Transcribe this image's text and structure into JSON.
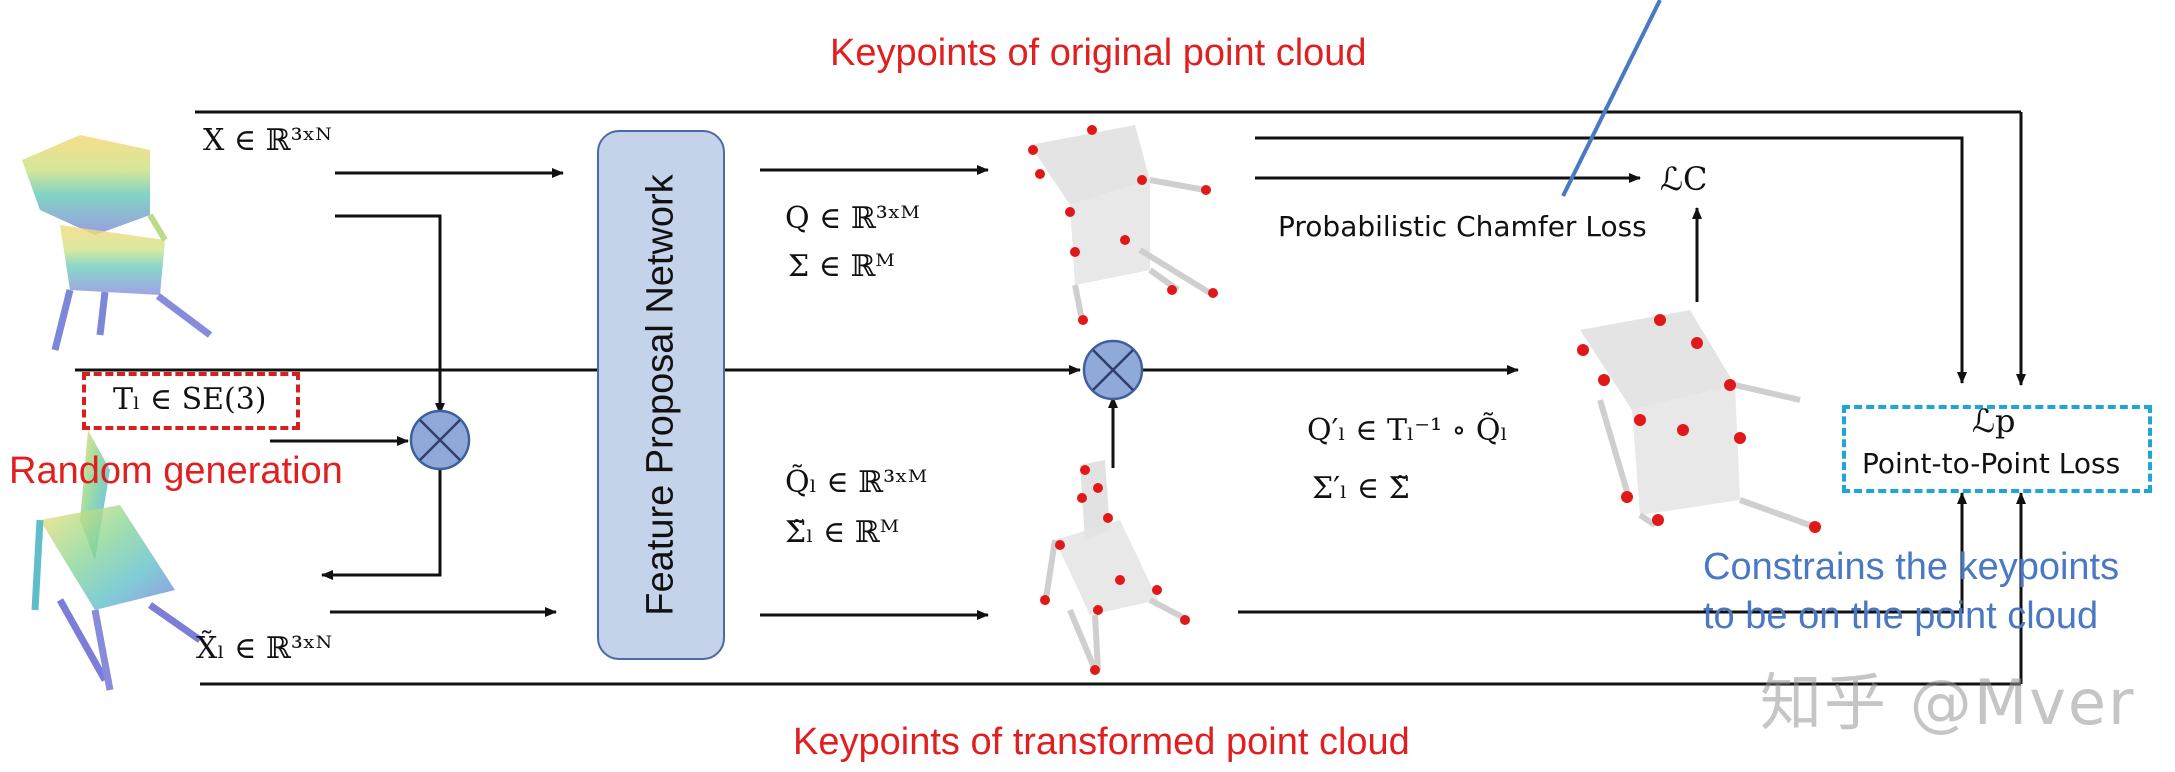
{
  "title_top": "Keypoints of original point cloud",
  "title_bottom": "Keypoints of transformed point cloud",
  "network_label": "Feature Proposal Network",
  "random_generation": "Random generation",
  "transform": "Tₗ ∈ SE(3)",
  "input_x": "X ∈ ℝ³ˣᴺ",
  "input_xl": "X̃ₗ ∈ ℝ³ˣᴺ",
  "q_line": "Q ∈ ℝ³ˣᴹ",
  "sigma_line": "Σ ∈ ℝᴹ",
  "ql_line": "Q̃ₗ ∈ ℝ³ˣᴹ",
  "sigmal_line": "Σ̃ₗ ∈ ℝᴹ",
  "qprime_line": "Q′ₗ ∈ Tₗ⁻¹ ∘ Q̃ₗ",
  "sigmaprime_line": "Σ′ₗ ∈ Σ̃",
  "chamfer_label": "Probabilistic Chamfer Loss",
  "lc_symbol": "ℒC",
  "lp_symbol": "ℒp",
  "p2p_label": "Point-to-Point Loss",
  "constraint_line1": "Constrains the keypoints",
  "constraint_line2": "to be on the point cloud",
  "watermark": "知乎 @Mver",
  "colors": {
    "red_text": "#e02020",
    "blue_text": "#4a78c2",
    "network_fill": "#c5d3ea",
    "network_border": "#4a69a8",
    "dashed_red": "#d62020",
    "dashed_cyan": "#1fa6d8",
    "keypoint": "#e01818"
  }
}
